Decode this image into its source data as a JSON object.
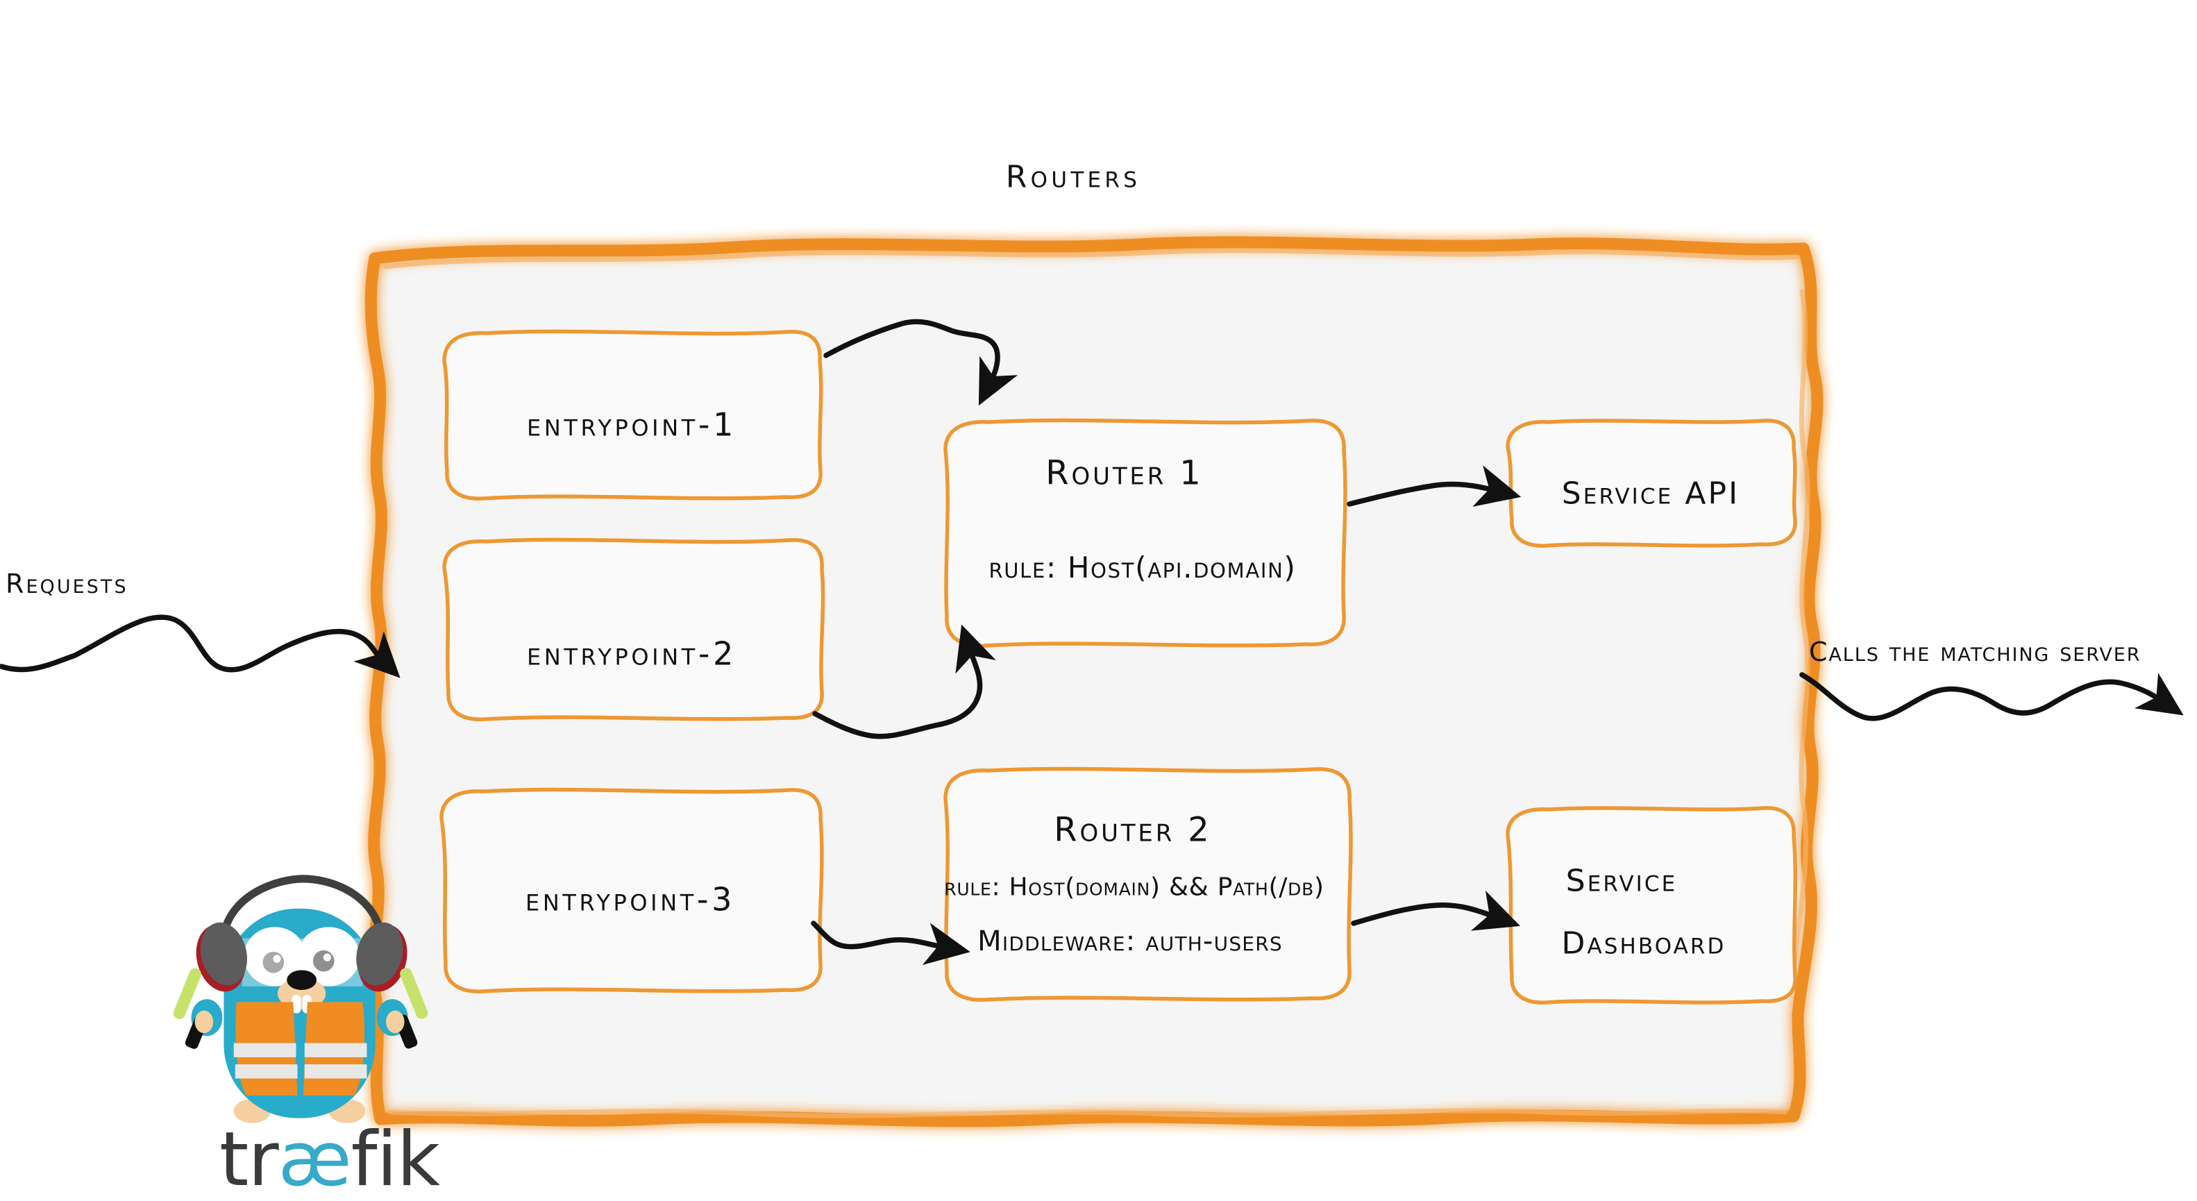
{
  "diagram": {
    "title": "Routers",
    "brand": "traefik",
    "colors": {
      "accent_orange": "#EE8E23",
      "box_orange": "#EE9833",
      "container_fill": "#F5F5F5",
      "ink_black": "#111111",
      "gopher_teal": "#29ABCA",
      "vest_orange": "#F08C22",
      "wand_green": "#C6E26B",
      "logo_grey": "#3A3A3A",
      "logo_teal": "#37A9C9"
    }
  },
  "flow": {
    "input_label": "Requests",
    "output_label": "Calls the matching server"
  },
  "entrypoints": [
    {
      "label": "entrypoint-1"
    },
    {
      "label": "entrypoint-2"
    },
    {
      "label": "entrypoint-3"
    }
  ],
  "routers": [
    {
      "title": "Router 1",
      "rule": "rule: Host(api.domain)",
      "middleware": ""
    },
    {
      "title": "Router 2",
      "rule": "rule: Host(domain) && Path(/db)",
      "middleware": "Middleware: auth-users"
    }
  ],
  "services": [
    {
      "line1": "Service API",
      "line2": ""
    },
    {
      "line1": "Service",
      "line2": "Dashboard"
    }
  ],
  "icons": {
    "arrow_in": "wavy-arrow-right-icon",
    "arrow_out": "wavy-arrow-right-icon",
    "gopher": "traefik-gopher-icon"
  }
}
